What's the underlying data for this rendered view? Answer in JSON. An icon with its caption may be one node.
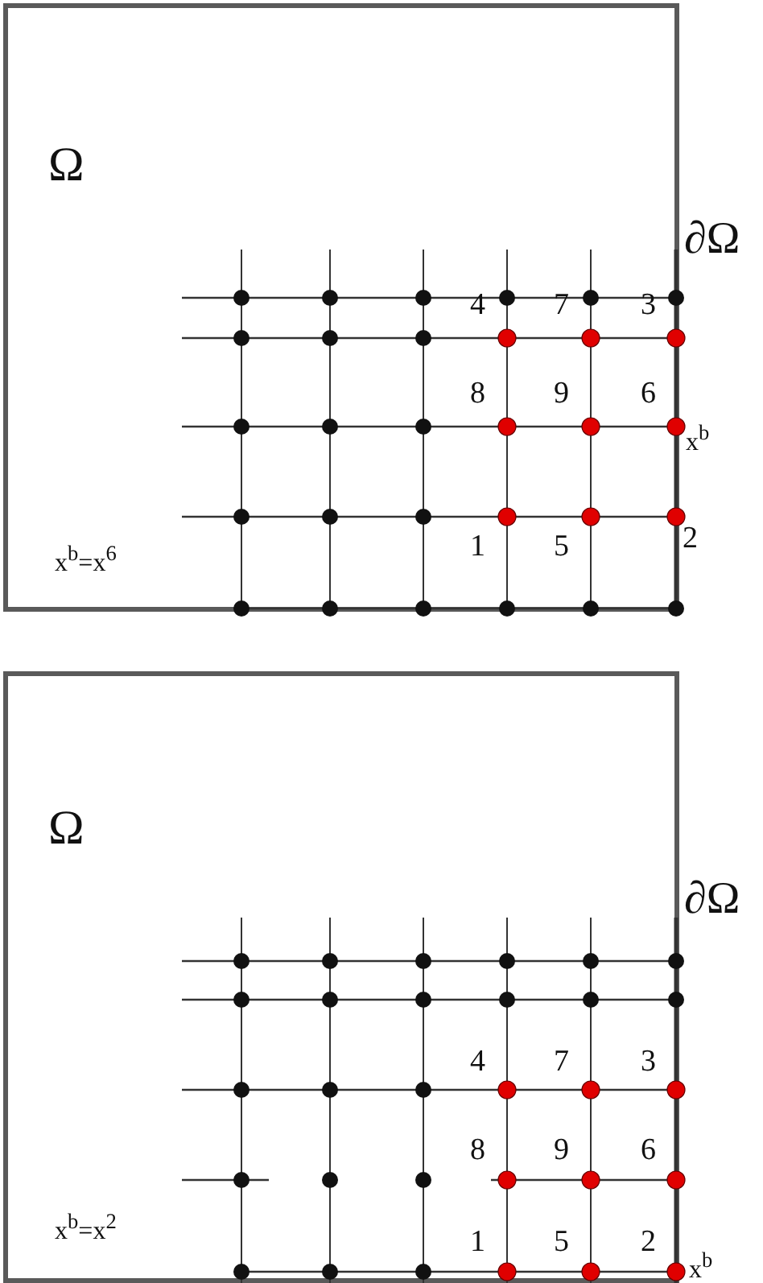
{
  "diagram": {
    "nodes": [
      {
        "text": [
          "Ω",
          "x$^{b}$=x$^{6}$"
        ],
        "beside": [
          "∂Ω"
        ]
      },
      {
        "text": [
          "Ω",
          "x$^{b}$=x$^{2}$"
        ],
        "beside": [
          "∂Ω"
        ]
      }
    ],
    "labels": [
      "4",
      "7",
      "3",
      "8",
      "9",
      "6",
      "x$^{b}$",
      "1",
      "5",
      "2",
      "4",
      "7",
      "3",
      "8",
      "9",
      "6",
      "1",
      "5",
      "2",
      "x$^{b}$"
    ]
  }
}
